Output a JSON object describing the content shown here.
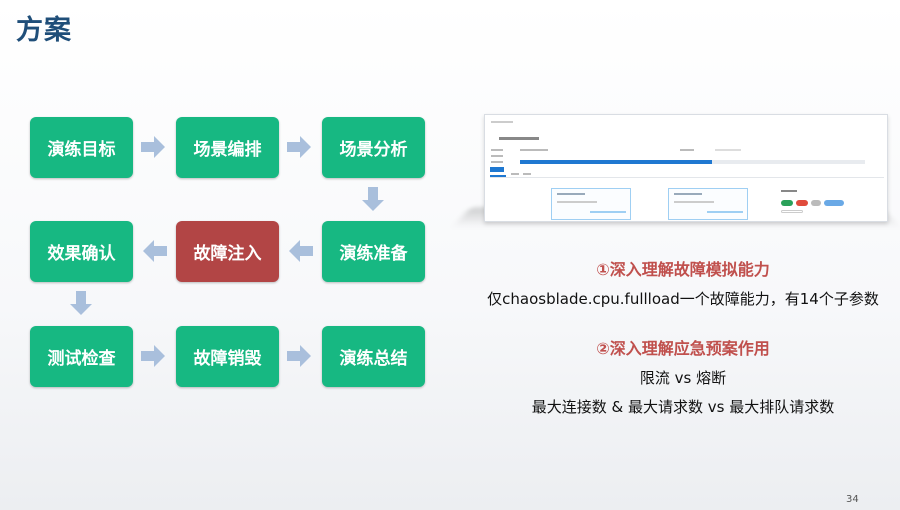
{
  "title": "方案",
  "steps": [
    {
      "label": "演练目标"
    },
    {
      "label": "场景编排"
    },
    {
      "label": "场景分析"
    },
    {
      "label": "演练准备"
    },
    {
      "label": "故障注入"
    },
    {
      "label": "效果确认"
    },
    {
      "label": "测试检查"
    },
    {
      "label": "故障销毁"
    },
    {
      "label": "演练总结"
    }
  ],
  "active_step": "故障注入",
  "colors": {
    "step": "#17b882",
    "active": "#b24545",
    "arrow": "#a9bfdc",
    "heading": "#c0504d",
    "title": "#1f4e79"
  },
  "point1": {
    "heading": "①深入理解故障模拟能力",
    "text": "仅chaosblade.cpu.fullload一个故障能力，有14个子参数"
  },
  "point2": {
    "heading": "②深入理解应急预案作用",
    "line1": "限流 vs 熔断",
    "line2": "最大连接数 & 最大请求数 vs 最大排队请求数"
  },
  "page_number": "34"
}
